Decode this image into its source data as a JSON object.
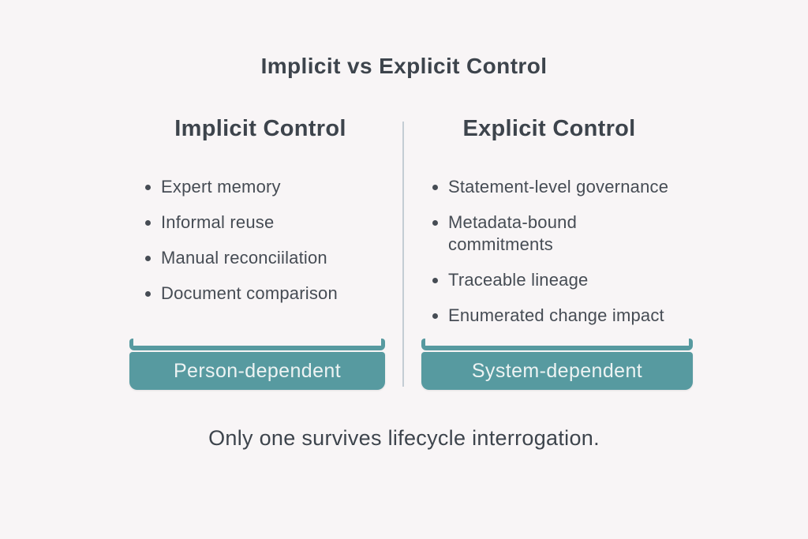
{
  "title": "Implicit vs Explicit Control",
  "columns": [
    {
      "header": "Implicit Control",
      "bullets": [
        "Expert memory",
        "Informal reuse",
        "Manual reconciilation",
        "Document comparison"
      ],
      "banner": "Person-dependent"
    },
    {
      "header": "Explicit Control",
      "bullets": [
        "Statement-level governance",
        "Metadata-bound commitments",
        "Traceable lineage",
        "Enumerated change impact"
      ],
      "banner": "System-dependent"
    }
  ],
  "footer": "Only one survives lifecycle interrogation.",
  "colors": {
    "background": "#f8f5f6",
    "text": "#3d444c",
    "banner_fill": "#579aa0",
    "banner_text": "#edf3f3",
    "divider": "#c4cdd4"
  }
}
